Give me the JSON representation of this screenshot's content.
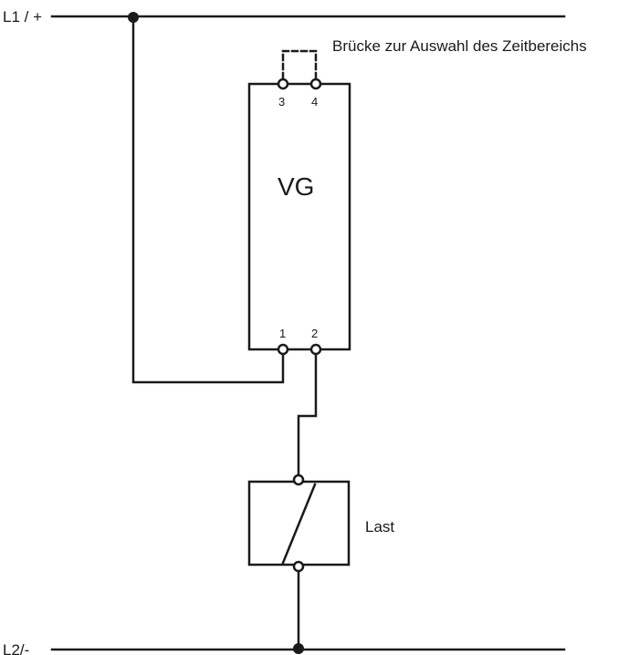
{
  "rails": {
    "top_label": "L1 / +",
    "bottom_label": "L2/-"
  },
  "bridge": {
    "caption": "Brücke zur Auswahl des Zeitbereichs"
  },
  "device": {
    "label": "VG",
    "terminals": {
      "t1": "1",
      "t2": "2",
      "t3": "3",
      "t4": "4"
    }
  },
  "load": {
    "label": "Last"
  },
  "colors": {
    "line": "#1a1a1a",
    "background": "#ffffff"
  }
}
